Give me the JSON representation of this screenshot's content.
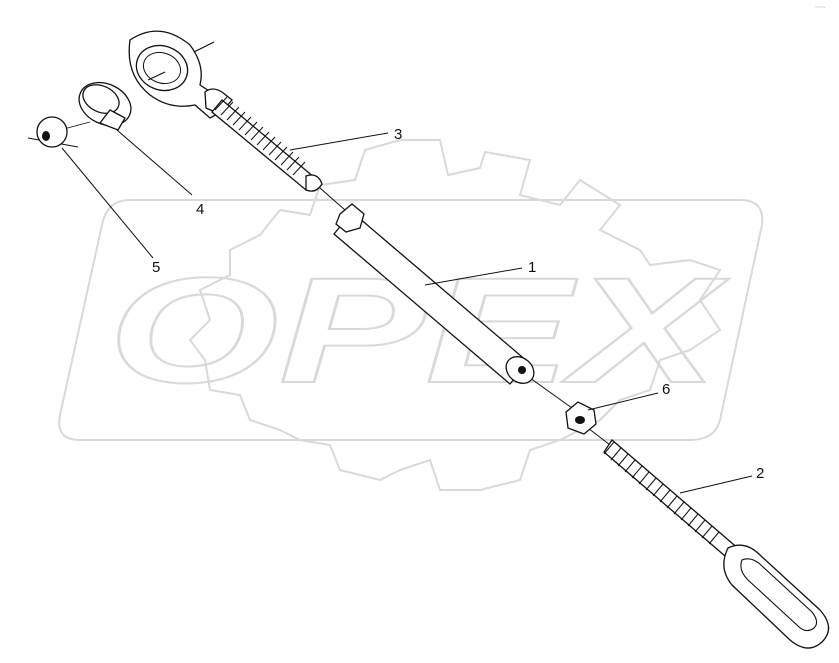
{
  "diagram": {
    "watermark": {
      "text": "OPEX"
    },
    "corner_mark": "~~~",
    "callouts": [
      {
        "id": "1",
        "label": "1"
      },
      {
        "id": "2",
        "label": "2"
      },
      {
        "id": "3",
        "label": "3"
      },
      {
        "id": "4",
        "label": "4"
      },
      {
        "id": "5",
        "label": "5"
      },
      {
        "id": "6",
        "label": "6"
      }
    ]
  }
}
